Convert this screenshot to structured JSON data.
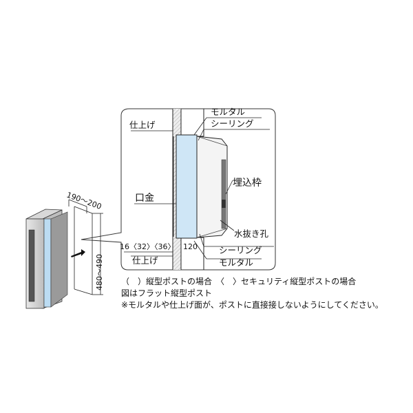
{
  "labels": {
    "mortar_top": "モルタル",
    "finish_top": "仕上げ",
    "sealing_top": "シーリング",
    "embed_frame": "埋込枠",
    "mouthpiece": "口金",
    "drain_hole": "水抜き孔",
    "sealing_bottom": "シーリング",
    "finish_bottom": "仕上げ",
    "mortar_bottom": "モルタル"
  },
  "dimensions": {
    "width": "190～200",
    "height": "480～490",
    "depth": "16〈32〉〈36〉",
    "offset": "120"
  },
  "notes": {
    "line1": "（　）縦型ポストの場合　〈　〉セキュリティ縦型ポストの場合",
    "line2": "図はフラット縦型ポスト",
    "line3": "※モルタルや仕上げ面が、ポストに直接接しないようにしてください。"
  }
}
